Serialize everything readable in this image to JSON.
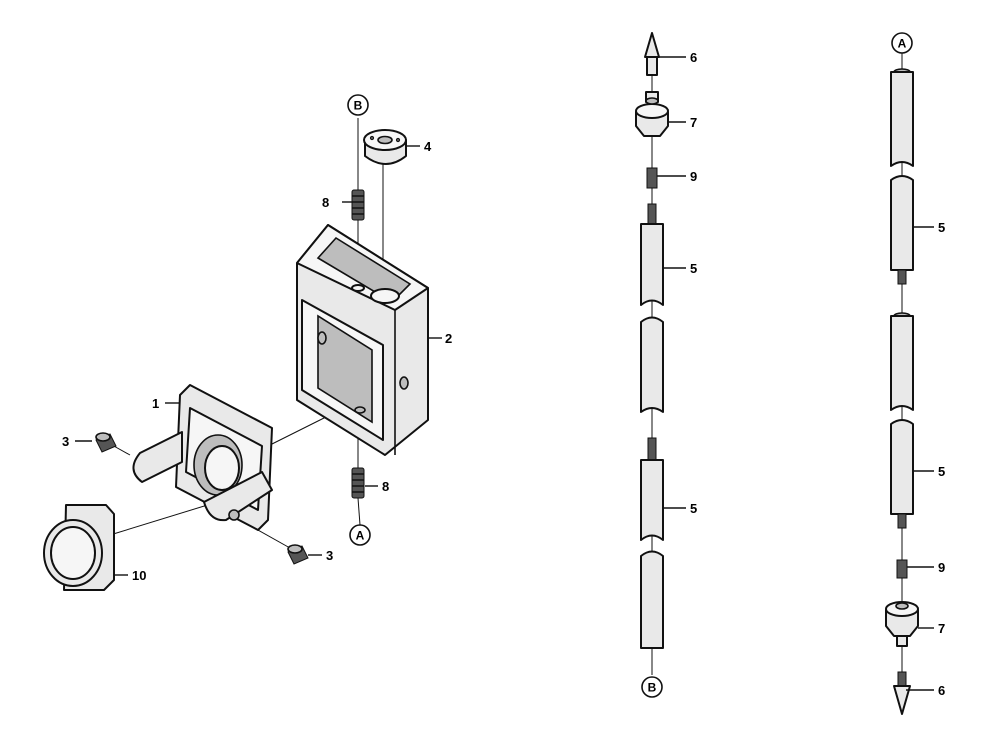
{
  "callouts": {
    "c1": "1",
    "c2": "2",
    "c3a": "3",
    "c3b": "3",
    "c4": "4",
    "c5a": "5",
    "c5b": "5",
    "c5c": "5",
    "c5d": "5",
    "c6a": "6",
    "c6b": "6",
    "c7a": "7",
    "c7b": "7",
    "c8a": "8",
    "c8b": "8",
    "c9a": "9",
    "c9b": "9",
    "c10": "10"
  },
  "refs": {
    "ref_b_top": "B",
    "ref_a_bottom": "A",
    "ref_b_bottom": "B",
    "ref_a_top": "A"
  },
  "colors": {
    "line": "#111111",
    "fill": "#e9e9e9"
  }
}
